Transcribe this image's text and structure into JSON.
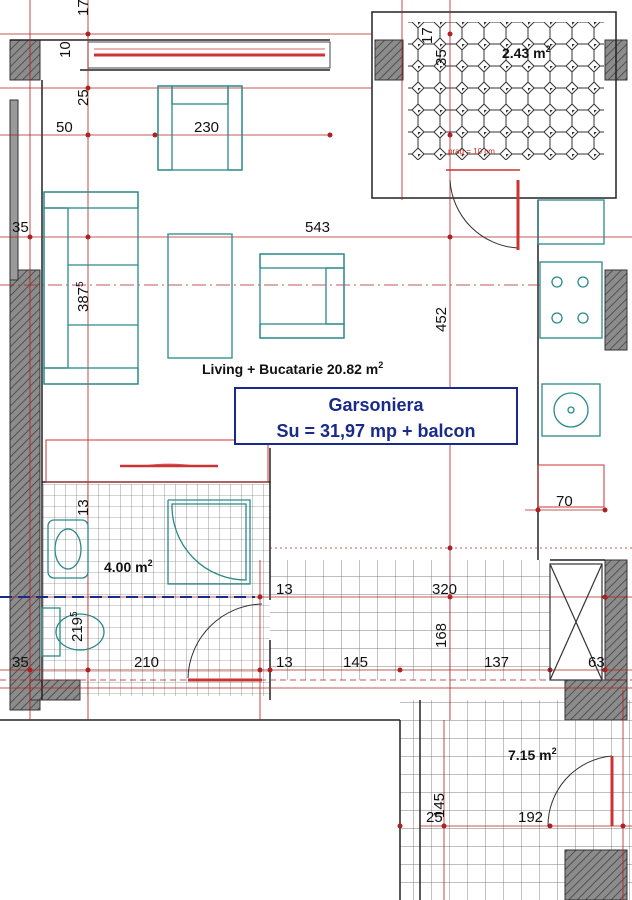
{
  "rooms": {
    "living": "Living + Bucatarie 20.82 m",
    "living_sup": "2",
    "bath": "4.00 m",
    "bath_sup": "2",
    "balcony": "2.43 m",
    "balcony_sup": "2",
    "hall": "7.15 m",
    "hall_sup": "2"
  },
  "title_box": {
    "line1": "Garsoniera",
    "line2": "Su = 31,97 mp + balcon"
  },
  "note": "prag = 10 cm",
  "dims": {
    "d17a": "17",
    "d10": "10",
    "d25": "25",
    "d50": "50",
    "d230": "230",
    "d17b": "17",
    "d35_balc": "35",
    "d35_left": "35",
    "d543": "543",
    "d387": "387",
    "d387_sup": "5",
    "d452": "452",
    "d70": "70",
    "d13_bath": "13",
    "d13_a": "13",
    "d320": "320",
    "d219": "219",
    "d219_sup": "5",
    "d168": "168",
    "d35_bot": "35",
    "d210": "210",
    "d13_b": "13",
    "d145a": "145",
    "d137": "137",
    "d63": "63",
    "d145b": "145",
    "d25b": "25",
    "d192": "192"
  },
  "colors": {
    "wall": "#9a9a9a",
    "dim_line": "#b02020",
    "furniture": "#2a8a8a",
    "box_border": "#1a2a8a"
  }
}
